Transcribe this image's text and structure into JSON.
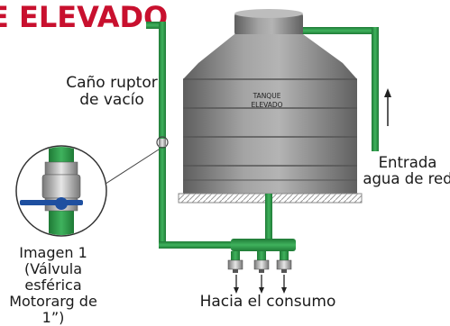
{
  "title": "E ELEVADO",
  "tank": {
    "label_line1": "TANQUE",
    "label_line2": "ELEVADO"
  },
  "labels": {
    "breaker_line1": "Caño ruptor",
    "breaker_line2": "de vacío",
    "inlet_line1": "Entrada",
    "inlet_line2": "agua de red",
    "image_line1": "Imagen 1",
    "image_line2": "(Válvula esférica",
    "image_line3": "Motorarg de 1”)",
    "consumption": "Hacia el consumo"
  },
  "colors": {
    "title": "#c8102e",
    "pipe": "#2e9a4a",
    "pipe_dark": "#1f7a36",
    "tank": "#8a8a8a",
    "valve_handle": "#1e4fa0"
  },
  "icons": [
    "inlet-arrow-up-icon",
    "consumption-arrow-down-icon",
    "ball-valve-icon"
  ]
}
